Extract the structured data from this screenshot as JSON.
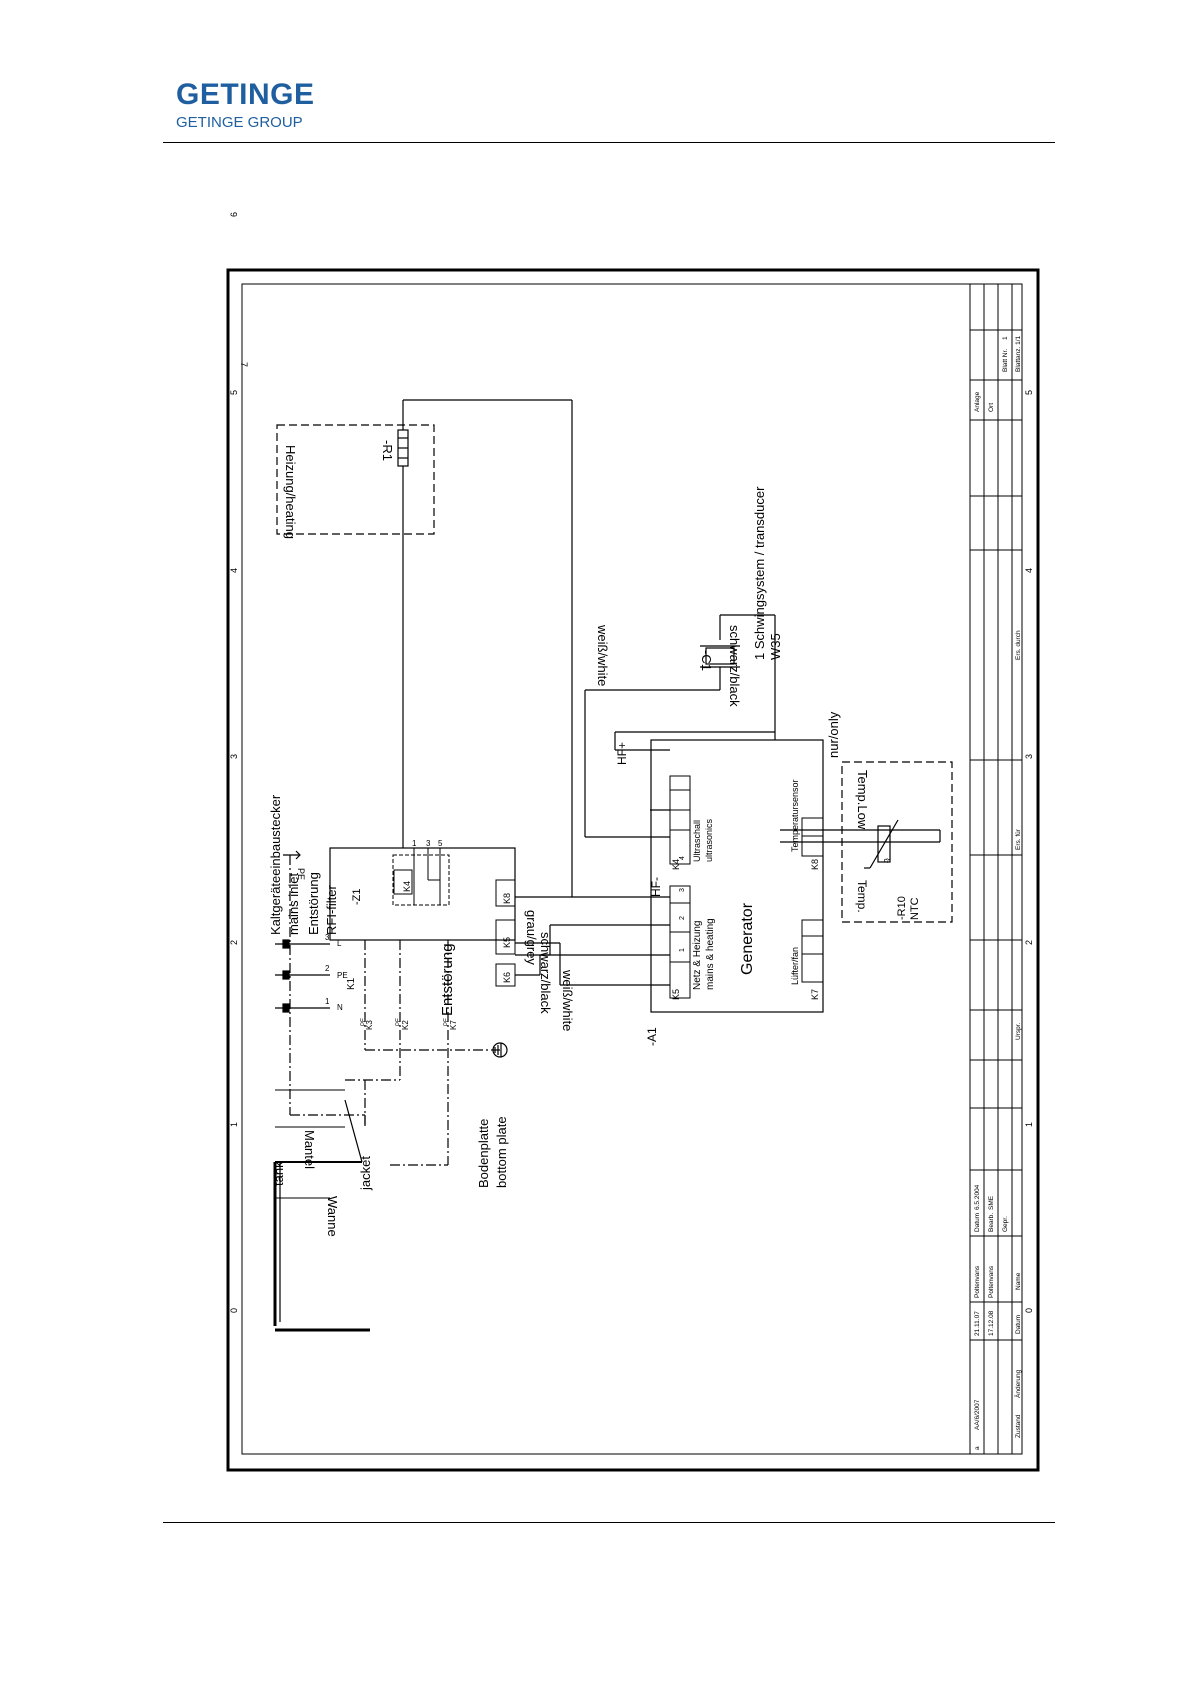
{
  "header": {
    "logo_main": "GETINGE",
    "logo_sub": "GETINGE GROUP"
  },
  "colors": {
    "logo": "#1f5fa0",
    "ink": "#000000"
  },
  "diagram": {
    "title_block": {
      "revision_rows": [
        {
          "index": "a",
          "change": "AA/6/2007",
          "date": "21.11.07",
          "name": "Poltenvans"
        },
        {
          "index": "",
          "change": "",
          "date": "17.12.08",
          "name": "Poltenvans"
        }
      ],
      "headers": {
        "index": "Zustand",
        "change": "Änderung",
        "date": "Datum",
        "name": "Name"
      },
      "meta": {
        "datum_label": "Datum",
        "datum_value": "6.5.2004",
        "bearb_label": "Bearb.",
        "bearb_value": "SME",
        "gepr_label": "Gepr."
      },
      "fields": {
        "urspr": "Urspr.",
        "ers_fuer": "Ers. für",
        "ers_durch": "Ers. durch"
      },
      "right": {
        "anlage": "Anlage",
        "ort": "Ort",
        "blatt_nr_label": "Blatt Nr.",
        "blatt_nr_value": "1",
        "blatt_anz": "Blattanz. 1/1"
      }
    },
    "grid_numbers": [
      "0",
      "1",
      "2",
      "3",
      "4",
      "5",
      "6",
      "7"
    ],
    "labels": {
      "tank": "tank",
      "wanne": "Wanne",
      "mantel": "Mantel",
      "jacket": "jacket",
      "bodenplatte": "Bodenplatte",
      "bottom_plate": "bottom plate",
      "pe_symbol": "PE",
      "inlet_de": "Kaltgeräteeinbaustecker",
      "inlet_en": "mains inlet",
      "rfi_de": "Entstörung",
      "rfi_en": "RFI-filter",
      "z1": "-Z1",
      "r1": "-R1",
      "heater": "Heizung/heating",
      "c1": "-C1",
      "transducer_1": "1 Schwingsystem / transducer",
      "transducer_2": "W35",
      "generator": "Generator",
      "a1": "-A1",
      "hf_minus": "HF-",
      "hf_plus": "HF+",
      "nur_only": "nur/only",
      "temp_low": "Temp.Low",
      "temp": "Temp.",
      "r10": "-R10",
      "ntc": "NTC",
      "theta": "ϑ"
    },
    "filter": {
      "name": "Entstörung",
      "k1": "K1",
      "k3": "K3",
      "k2": "K2",
      "k7": "K7",
      "k4": "K4",
      "k8": "K8",
      "k5": "K5",
      "k6": "K6",
      "l": "L",
      "pe": "PE",
      "n": "N",
      "pin_3": "3",
      "pin_2": "2",
      "pin_1": "1",
      "pin_5": "5"
    },
    "generator": {
      "k5": "K5",
      "k4": "K4",
      "k7": "K7",
      "k8": "K8",
      "netz": "Netz & Heizung",
      "mains": "mains & heating",
      "ultra_de": "Ultraschall",
      "ultra_en": "ultrasonics",
      "fan": "Lüfter/fan",
      "tempsensor": "Temperatursensor",
      "p1": "1",
      "p2": "2",
      "p3": "3",
      "p4": "4"
    },
    "wires": {
      "grey": "grau/grey",
      "black1": "schwarz/black",
      "white1": "weiß/white",
      "black2": "schwarz/black",
      "white2": "weiß/white"
    }
  }
}
